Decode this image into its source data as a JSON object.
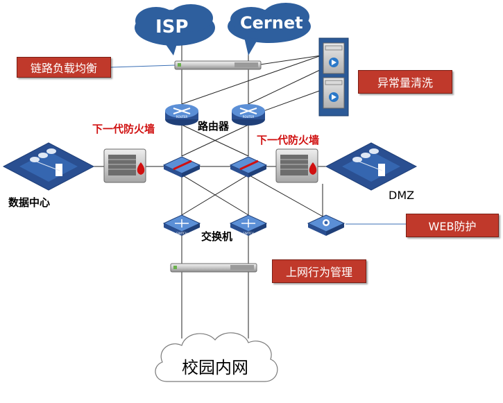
{
  "clouds": {
    "isp": "ISP",
    "cernet": "Cernet",
    "campus": "校园内网"
  },
  "tags": {
    "link_lb": "链路负载均衡",
    "anomaly_clean": "异常量清洗",
    "web_protect": "WEB防护",
    "internet_mgmt": "上网行为管理"
  },
  "labels": {
    "firewall_left": "下一代防火墙",
    "firewall_right": "下一代防火墙",
    "router": "路由器",
    "switch": "交换机",
    "datacenter": "数据中心",
    "dmz": "DMZ"
  },
  "device_text": {
    "router": "ROUTER",
    "switch": "SWITCH"
  },
  "colors": {
    "tag_bg": "#c0392b",
    "cloud_blue": "#2e5f9e",
    "device_blue": "#3566b0",
    "firewall_red": "#d01010"
  }
}
